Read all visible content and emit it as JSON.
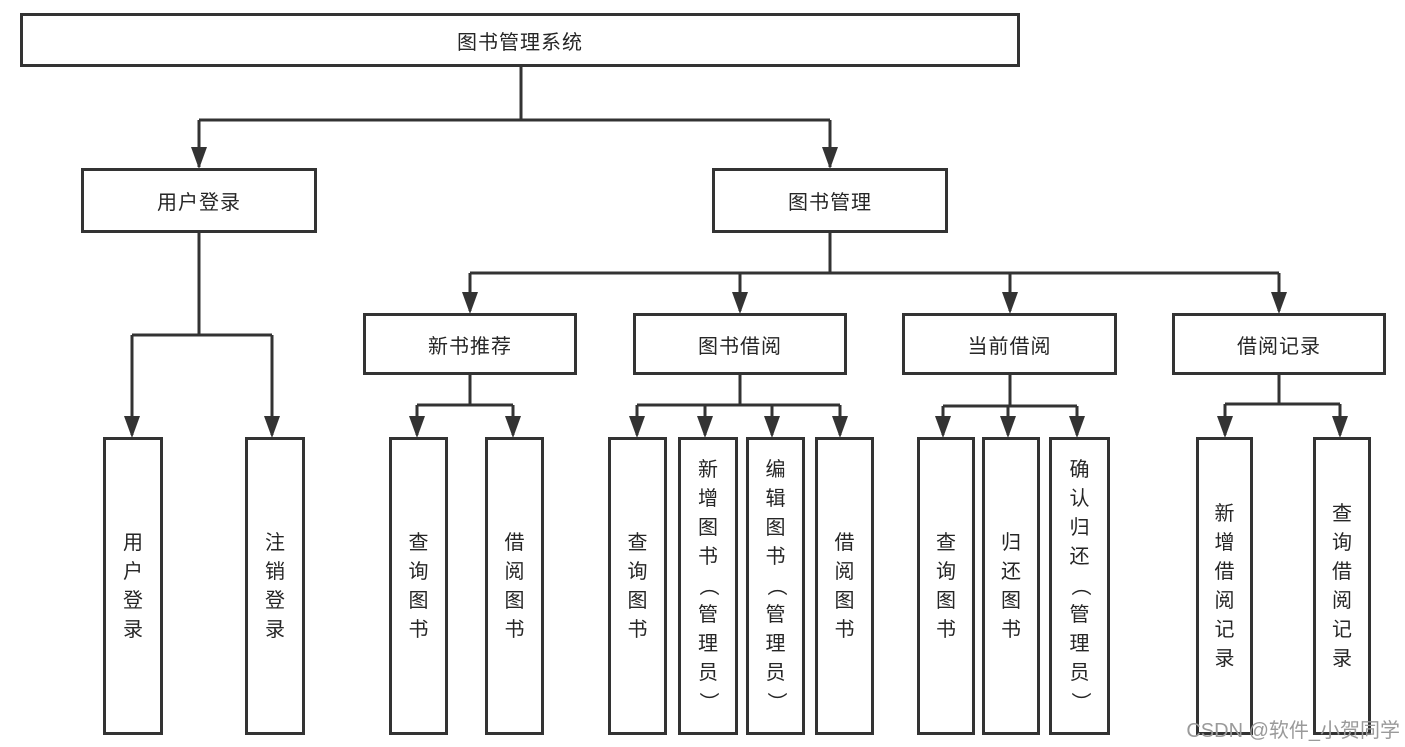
{
  "watermark": "CSDN @软件_小贺同学",
  "colors": {
    "line": "#333333",
    "box_border": "#333333",
    "box_background": "#ffffff",
    "text": "#262626",
    "watermark_text": "#9a9a9a",
    "page_background": "#ffffff"
  },
  "tree": {
    "root": "图书管理系统",
    "children": [
      {
        "label": "用户登录",
        "children": [
          {
            "label": "用户登录"
          },
          {
            "label": "注销登录"
          }
        ]
      },
      {
        "label": "图书管理",
        "children": [
          {
            "label": "新书推荐",
            "children": [
              {
                "label": "查询图书"
              },
              {
                "label": "借阅图书"
              }
            ]
          },
          {
            "label": "图书借阅",
            "children": [
              {
                "label": "查询图书"
              },
              {
                "label": "新增图书（管理员）"
              },
              {
                "label": "编辑图书（管理员）"
              },
              {
                "label": "借阅图书"
              }
            ]
          },
          {
            "label": "当前借阅",
            "children": [
              {
                "label": "查询图书"
              },
              {
                "label": "归还图书"
              },
              {
                "label": "确认归还（管理员）"
              }
            ]
          },
          {
            "label": "借阅记录",
            "children": [
              {
                "label": "新增借阅记录"
              },
              {
                "label": "查询借阅记录"
              }
            ]
          }
        ]
      }
    ]
  }
}
